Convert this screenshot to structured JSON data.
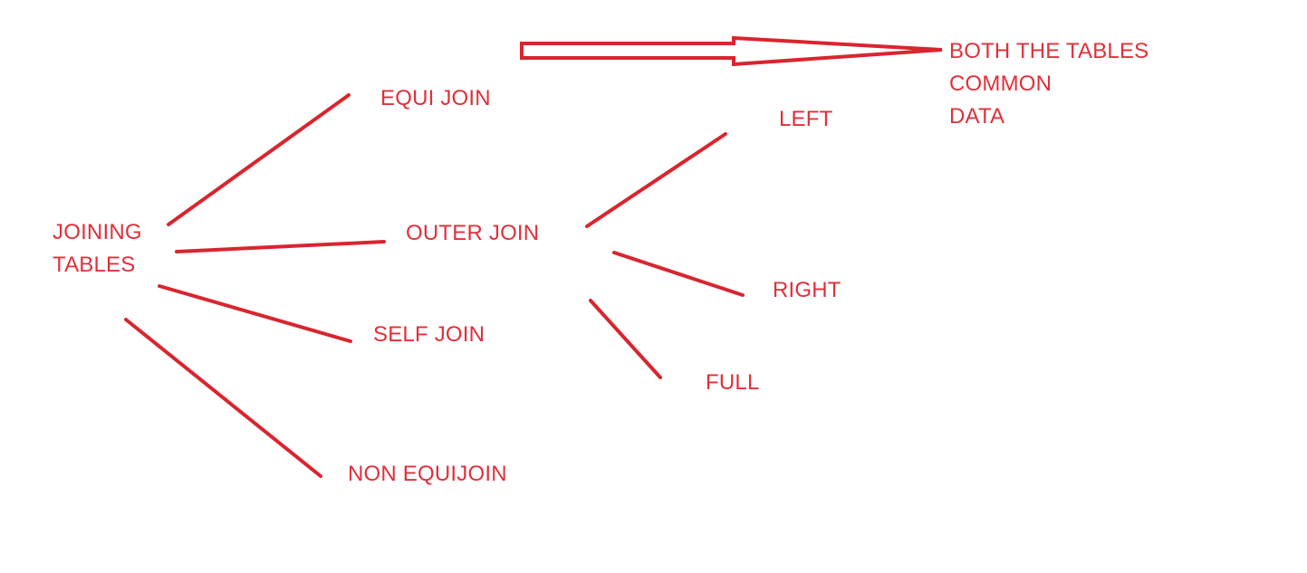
{
  "root": {
    "label_line1": "JOINING",
    "label_line2": "TABLES"
  },
  "branches": {
    "equi_join": "EQUI JOIN",
    "outer_join": "OUTER JOIN",
    "self_join": "SELF JOIN",
    "non_equijoin": "NON EQUIJOIN"
  },
  "outer_join_types": {
    "left": "LEFT",
    "right": "RIGHT",
    "full": "FULL"
  },
  "equi_join_note": {
    "line1": "BOTH THE TABLES",
    "line2": "COMMON",
    "line3": "DATA"
  },
  "style": {
    "ink_color": "#e0303a"
  }
}
